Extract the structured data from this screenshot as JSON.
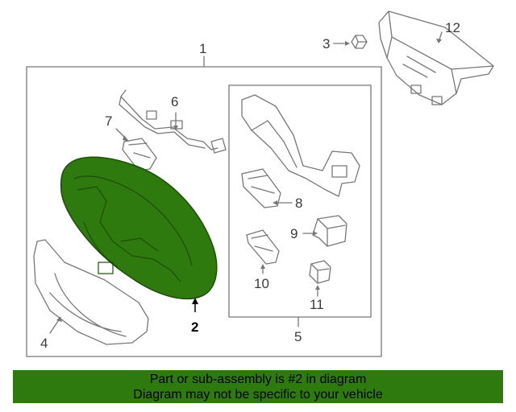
{
  "diagram": {
    "callouts": {
      "c1": "1",
      "c2": "2",
      "c3": "3",
      "c4": "4",
      "c5": "5",
      "c6": "6",
      "c7": "7",
      "c8": "8",
      "c9": "9",
      "c10": "10",
      "c11": "11",
      "c12": "12"
    },
    "highlight_color": "#2f7a0e",
    "line_color": "#777777"
  },
  "banner": {
    "line1": "Part or sub-assembly is #2 in diagram",
    "line2": "Diagram may not be specific to your vehicle",
    "background": "#2f7a0e"
  }
}
